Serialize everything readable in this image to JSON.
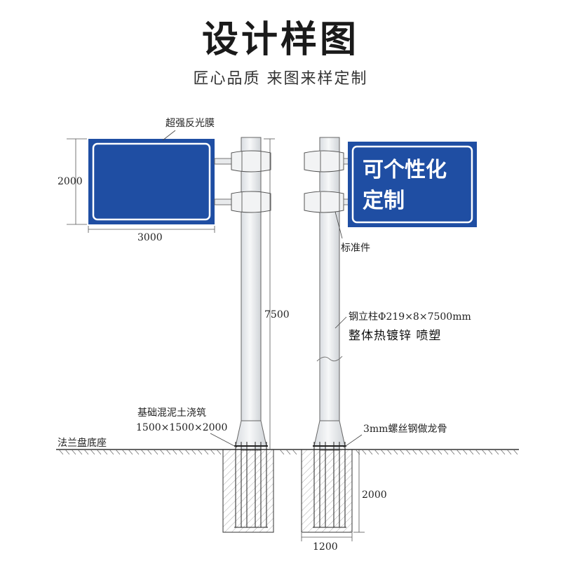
{
  "header": {
    "title": "设计样图",
    "subtitle": "匠心品质 来图来样定制"
  },
  "colors": {
    "sign_blue": "#1f4ea3",
    "sign_border": "#ffffff",
    "pole": "#eef0f2",
    "line": "#444444"
  },
  "left_sign": {
    "film_label": "超强反光膜",
    "height_dim": "2000",
    "width_dim": "3000"
  },
  "right_sign": {
    "text_line1": "可个性化",
    "text_line2": "定制",
    "fitting_label": "标准件"
  },
  "pole": {
    "height_dim": "7500",
    "spec_label": "钢立柱Φ219×8×7500mm",
    "finish_label": "整体热镀锌  喷塑"
  },
  "foundation": {
    "concrete_label": "基础混泥土浇筑",
    "concrete_size": "1500×1500×2000",
    "flange_label": "法兰盘底座",
    "rebar_label": "3mm螺丝钢做龙骨",
    "depth_dim": "2000",
    "width_dim": "1200"
  }
}
